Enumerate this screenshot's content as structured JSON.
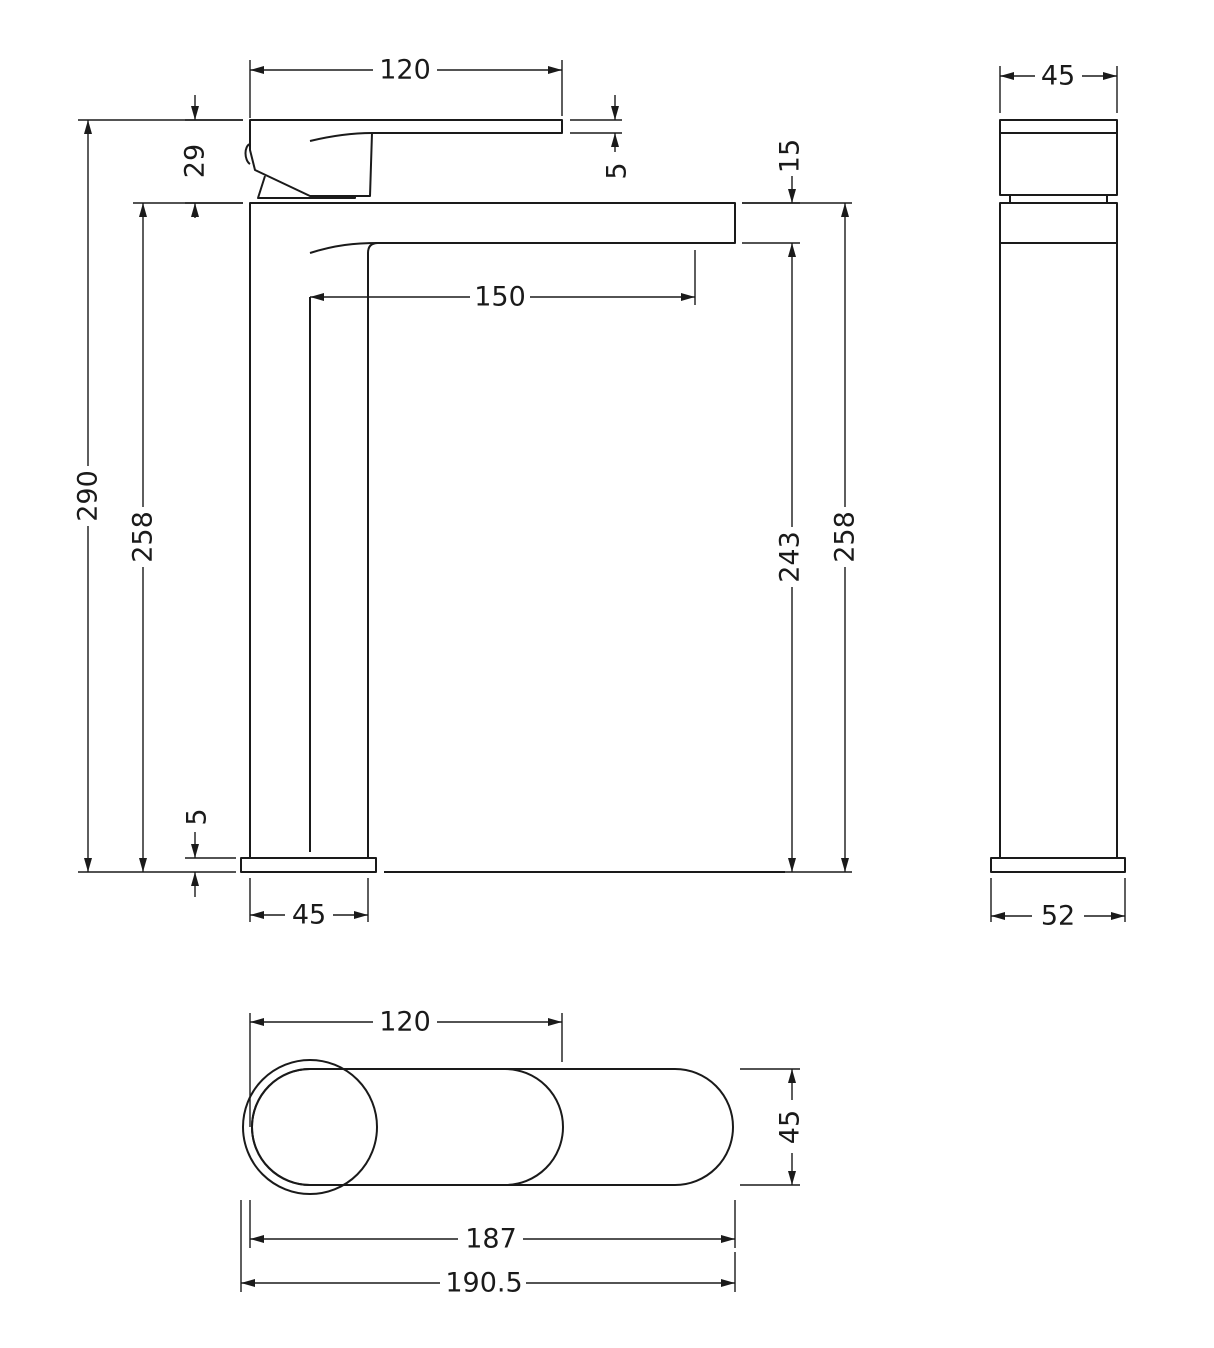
{
  "drawing": {
    "front_view": {
      "dims": {
        "handle_length": "120",
        "handle_height": "29",
        "handle_plate_thickness": "5",
        "spout_thickness": "15",
        "spout_reach": "150",
        "overall_height": "290",
        "body_height_left": "258",
        "base_plate_thickness": "5",
        "spout_clearance": "243",
        "body_height_right": "258",
        "body_width": "45"
      }
    },
    "side_view": {
      "dims": {
        "top_width": "45",
        "base_width": "52"
      }
    },
    "top_view": {
      "dims": {
        "handle_length": "120",
        "width": "45",
        "length": "187",
        "overall_length": "190.5"
      }
    }
  }
}
